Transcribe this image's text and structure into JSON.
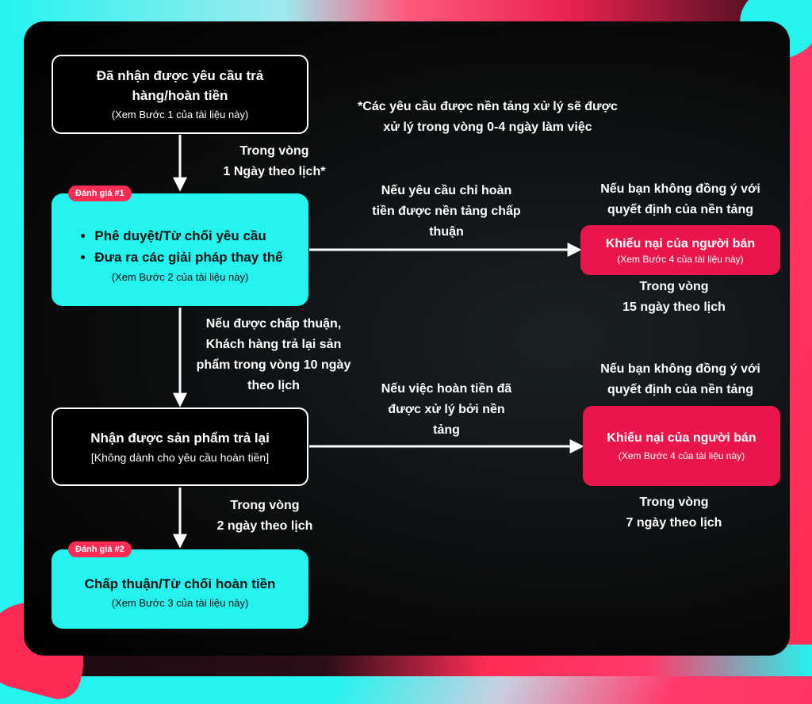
{
  "colors": {
    "cyan": "#25f4ee",
    "red": "#fe2c55",
    "panel": "#000000"
  },
  "note": {
    "line1": "*Các yêu cầu được nền tảng xử lý sẽ được",
    "line2": "xử lý trong vòng 0-4 ngày làm việc"
  },
  "boxes": {
    "received": {
      "title_line1": "Đã nhận được yêu cầu trả",
      "title_line2": "hàng/hoàn tiền",
      "sub": "(Xem Bước 1 của tài liệu này)"
    },
    "review1": {
      "badge": "Đánh giá #1",
      "bullet1": "Phê duyệt/Từ chối yêu cầu",
      "bullet2": "Đưa ra các giải pháp thay thế",
      "sub": "(Xem Bước 2 của tài liệu này)"
    },
    "returned": {
      "title": "Nhận được sản phẩm trả lại",
      "sub": "[Không dành cho yêu cầu hoàn tiền]"
    },
    "review2": {
      "badge": "Đánh giá #2",
      "title": "Chấp thuận/Từ chối hoàn tiền",
      "sub": "(Xem Bước 3 của tài liệu này)"
    },
    "appeal1": {
      "title": "Khiếu nại của người bán",
      "sub": "(Xem Bước 4 của tài liệu này)"
    },
    "appeal2": {
      "title": "Khiếu nại của người bán",
      "sub": "(Xem Bước 4 của tài liệu này)"
    }
  },
  "labels": {
    "within1": {
      "line1": "Trong vòng",
      "line2": "1 Ngày theo lịch*"
    },
    "refund_only": {
      "line1": "Nếu yêu cầu chỉ hoàn",
      "line2": "tiền được nền tảng chấp",
      "line3": "thuận"
    },
    "disagree1": {
      "line1": "Nếu bạn không đồng ý với",
      "line2": "quyết định của nền tảng"
    },
    "within15": {
      "line1": "Trong vòng",
      "line2": "15 ngày theo lịch"
    },
    "approved_return": {
      "line1": "Nếu được chấp thuận,",
      "line2": "Khách hàng trả lại sản",
      "line3": "phẩm trong vòng 10 ngày",
      "line4": "theo lịch"
    },
    "refund_processed": {
      "line1": "Nếu việc hoàn tiền đã",
      "line2": "được xử lý bởi nền",
      "line3": "tảng"
    },
    "disagree2": {
      "line1": "Nếu bạn không đồng ý với",
      "line2": "quyết định của nền tảng"
    },
    "within2": {
      "line1": "Trong vòng",
      "line2": "2 ngày theo lịch"
    },
    "within7": {
      "line1": "Trong vòng",
      "line2": "7 ngày theo lịch"
    }
  }
}
